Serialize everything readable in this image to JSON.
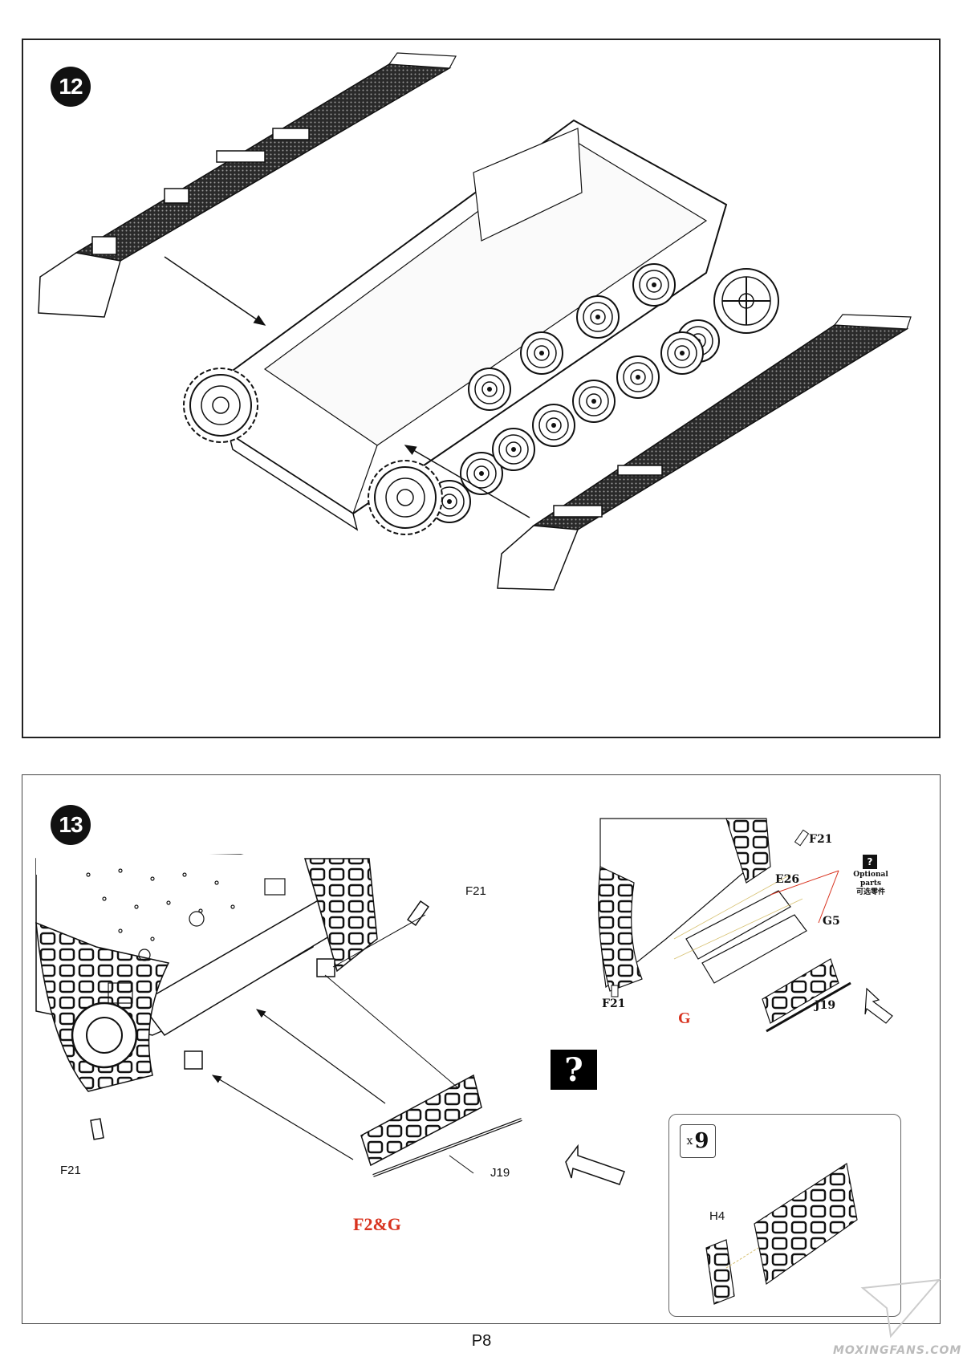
{
  "steps": {
    "step12": {
      "number": "12"
    },
    "step13": {
      "number": "13",
      "main_labels": {
        "f21_top": "F21",
        "f21_left": "F21",
        "j19": "J19"
      },
      "sprue_set": "F2&G",
      "inset_labels": {
        "f21_top": "F21",
        "e26": "E26",
        "g5": "G5",
        "f21_bottom": "F21",
        "j19": "J19"
      },
      "inset_sprue": "G",
      "optional": {
        "icon": "?",
        "text_en": "Optional parts",
        "text_cn": "可选零件"
      },
      "question_mark": "?",
      "callout": {
        "quantity_prefix": "x",
        "quantity": "9",
        "part_label": "H4"
      }
    }
  },
  "page_number": "P8",
  "watermark": "MOXINGFANS.COM",
  "colors": {
    "accent_red": "#d8321e",
    "line": "#222222"
  }
}
